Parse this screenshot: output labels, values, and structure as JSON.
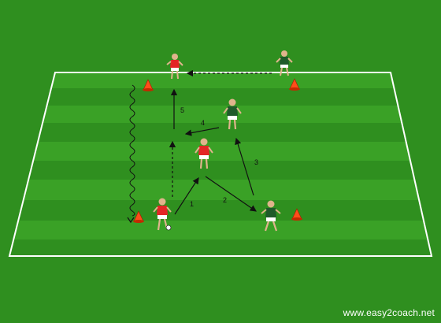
{
  "diagram": {
    "colors": {
      "grass_dark": "#2f8f1f",
      "grass_light": "#3aa126",
      "line": "#ffffff",
      "team_red": "#e32626",
      "team_green": "#1f5a2a",
      "cone": "#ff4d1a"
    },
    "labels": {
      "step1": "1",
      "step2": "2",
      "step3": "3",
      "step4": "4",
      "step5": "5"
    },
    "watermark": "www.easy2coach.net"
  }
}
